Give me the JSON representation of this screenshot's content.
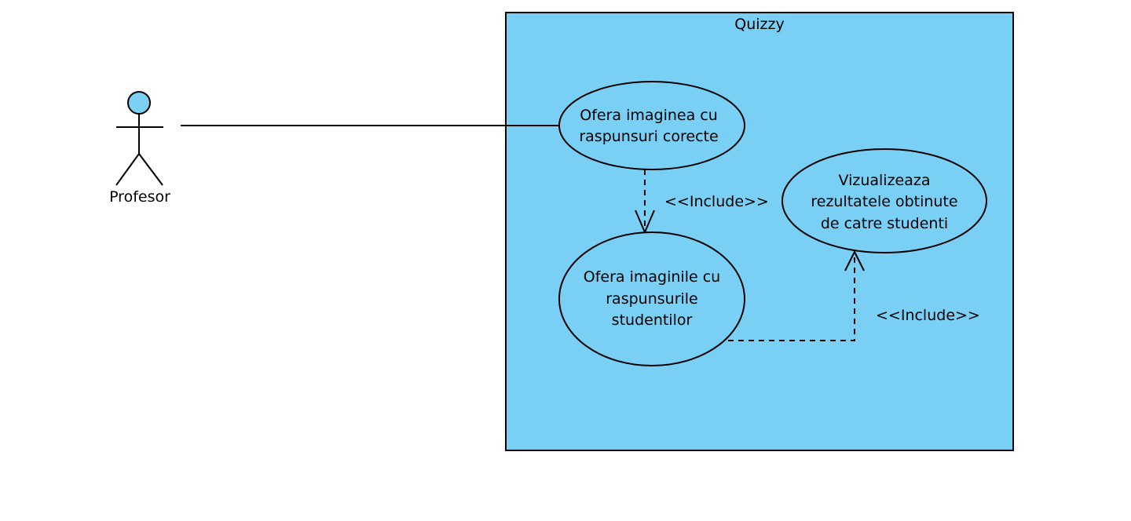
{
  "colors": {
    "background": "#ffffff",
    "system_fill": "#7acff5",
    "stroke": "#000000",
    "text": "#000000"
  },
  "system": {
    "name": "Quizzy"
  },
  "actor": {
    "name": "Profesor",
    "icon": "stick-figure-icon"
  },
  "use_cases": {
    "uc1": {
      "lines": [
        "Ofera imaginea cu",
        "raspunsuri corecte"
      ]
    },
    "uc2": {
      "lines": [
        "Ofera imaginile cu",
        "raspunsurile",
        "studentilor"
      ]
    },
    "uc3": {
      "lines": [
        "Vizualizeaza",
        "rezultatele obtinute",
        "de catre studenti"
      ]
    }
  },
  "relations": {
    "include_1": "<<Include>>",
    "include_2": "<<Include>>"
  }
}
